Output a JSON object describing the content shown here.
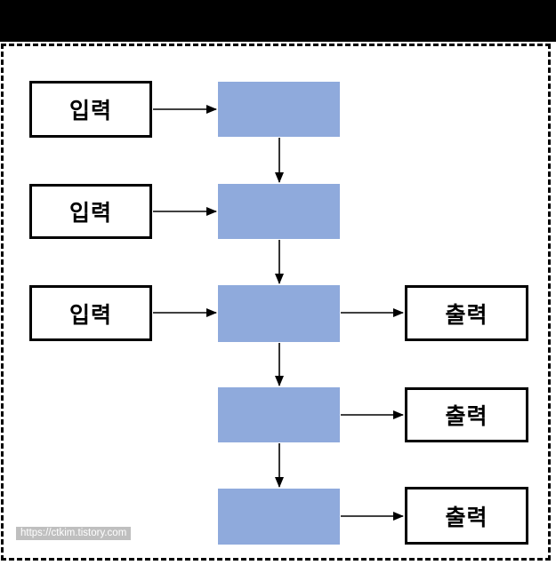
{
  "colors": {
    "node_fill": "#8FAADC",
    "line": "#000000",
    "box_background": "#FFFFFF",
    "top_band": "#000000",
    "watermark_bg": "#BFBFBF",
    "watermark_text": "#FFFFFF"
  },
  "diagram": {
    "type": "flowchart",
    "inputs": [
      {
        "id": "input-1",
        "label": "입력"
      },
      {
        "id": "input-2",
        "label": "입력"
      },
      {
        "id": "input-3",
        "label": "입력"
      }
    ],
    "process_nodes": [
      {
        "id": "process-1",
        "label": ""
      },
      {
        "id": "process-2",
        "label": ""
      },
      {
        "id": "process-3",
        "label": ""
      },
      {
        "id": "process-4",
        "label": ""
      },
      {
        "id": "process-5",
        "label": ""
      }
    ],
    "outputs": [
      {
        "id": "output-1",
        "label": "출력"
      },
      {
        "id": "output-2",
        "label": "출력"
      },
      {
        "id": "output-3",
        "label": "출력"
      }
    ],
    "edges": [
      "input-1 -> process-1",
      "input-2 -> process-2",
      "input-3 -> process-3",
      "process-1 -> process-2",
      "process-2 -> process-3",
      "process-3 -> process-4",
      "process-4 -> process-5",
      "process-3 -> output-1",
      "process-4 -> output-2",
      "process-5 -> output-3"
    ]
  },
  "watermark": {
    "text": "https://ctkim.tistory.com"
  }
}
